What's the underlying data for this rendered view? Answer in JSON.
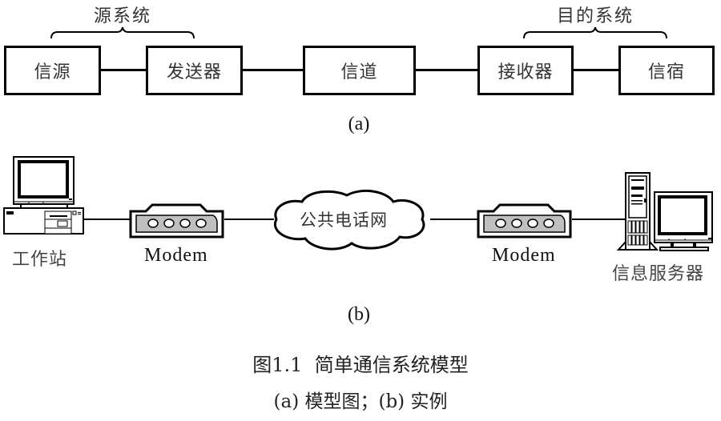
{
  "part_a": {
    "groups": {
      "source_system": "源系统",
      "destination_system": "目的系统"
    },
    "boxes": {
      "source": "信源",
      "transmitter": "发送器",
      "channel": "信道",
      "receiver": "接收器",
      "destination": "信宿"
    },
    "label": "(a)"
  },
  "part_b": {
    "workstation": "工作站",
    "modem_left": "Modem",
    "network": "公共电话网",
    "modem_right": "Modem",
    "server": "信息服务器",
    "label": "(b)"
  },
  "caption": {
    "title": "图1.1  简单通信系统模型",
    "subtitle": "(a) 模型图；(b) 实例"
  },
  "colors": {
    "stroke": "#000000",
    "modem_panel": "#c0c0c0",
    "background": "#ffffff"
  }
}
